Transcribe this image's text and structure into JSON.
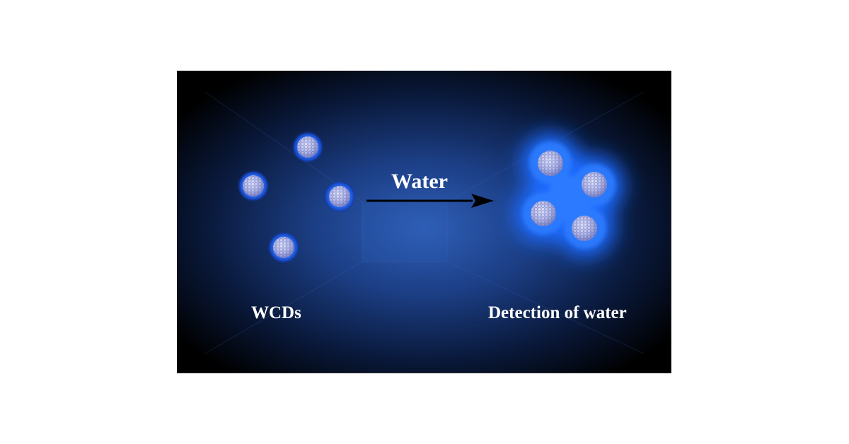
{
  "labels": {
    "left": "WCDs",
    "arrow": "Water",
    "right": "Detection of water"
  },
  "icons": {
    "particle": "carbon-dot-sphere-icon",
    "arrow": "right-arrow-icon"
  },
  "colors": {
    "background": "#000000",
    "glow": "#1f6bff",
    "text": "#ffffff",
    "arrow": "#000000"
  }
}
